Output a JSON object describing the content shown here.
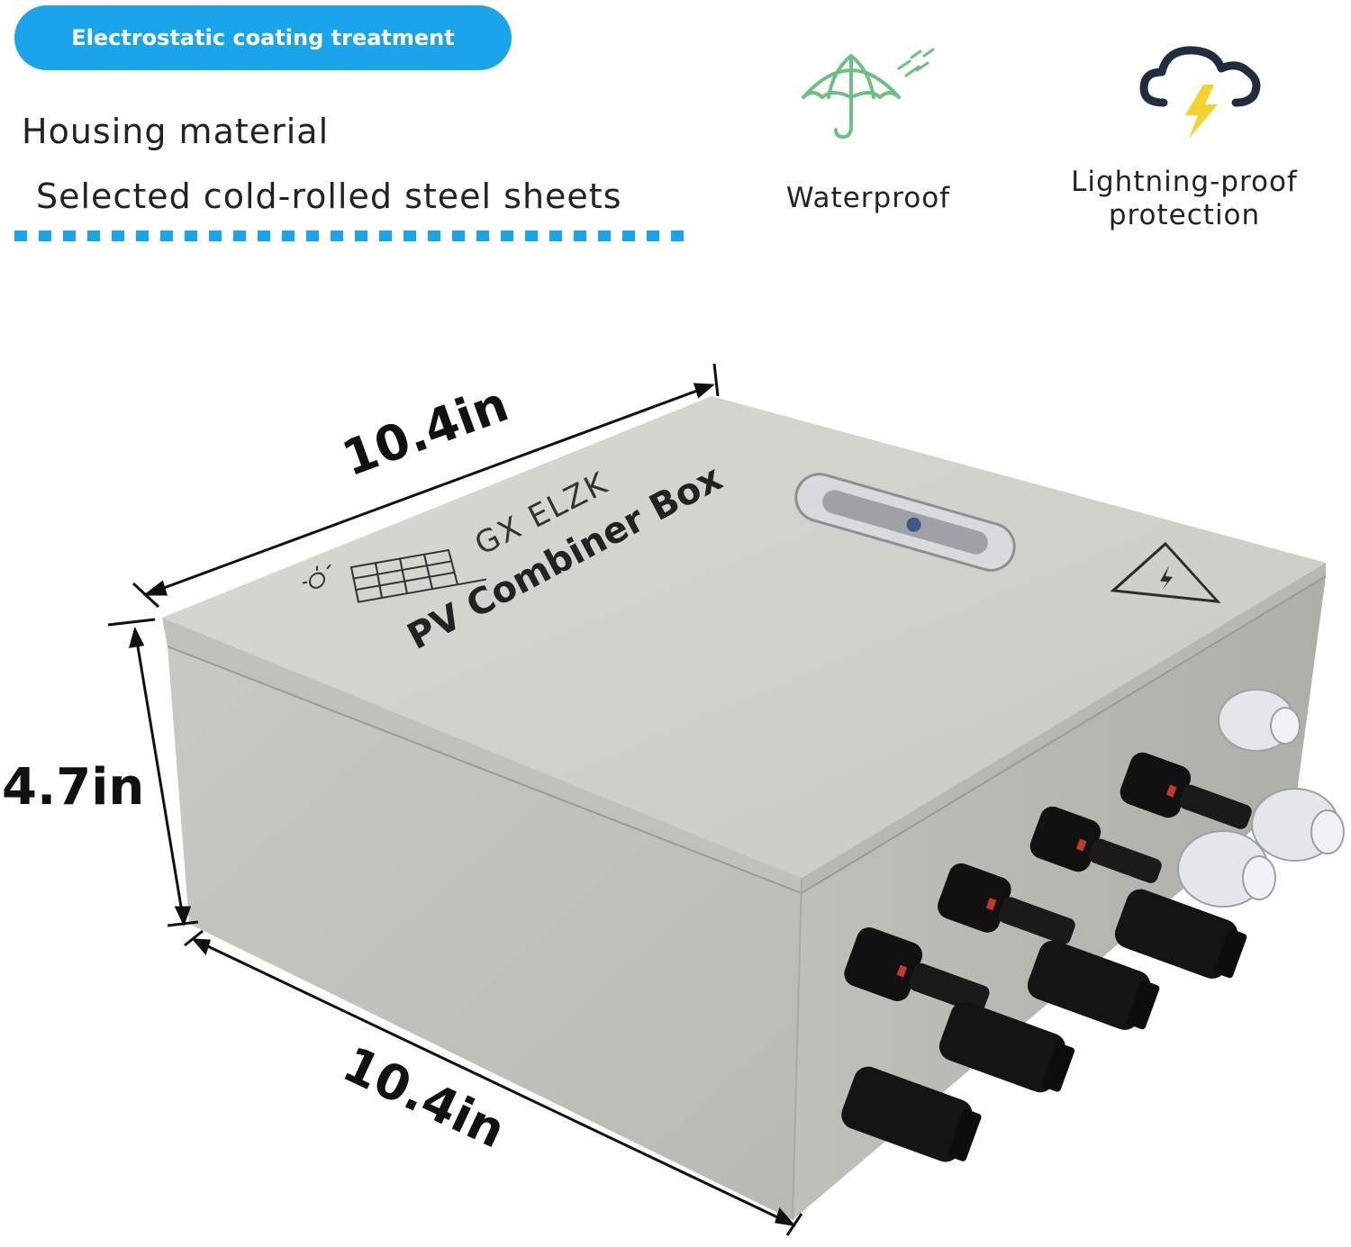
{
  "header": {
    "badge": "Electrostatic coating treatment",
    "housing_label": "Housing material",
    "housing_value": "Selected cold-rolled steel sheets"
  },
  "features": [
    {
      "icon": "umbrella-rain-icon",
      "label": "Waterproof"
    },
    {
      "icon": "cloud-lightning-icon",
      "label": "Lightning-proof protection"
    }
  ],
  "product": {
    "brand": "GX ELZK",
    "name": "PV Combiner Box"
  },
  "dimensions": {
    "top_width": "10.4in",
    "height": "4.7in",
    "bottom_length": "10.4in"
  },
  "colors": {
    "accent": "#1aa5ea",
    "umbrella": "#6dbf83",
    "cloud": "#1f2d3d",
    "bolt": "#f3d330"
  }
}
